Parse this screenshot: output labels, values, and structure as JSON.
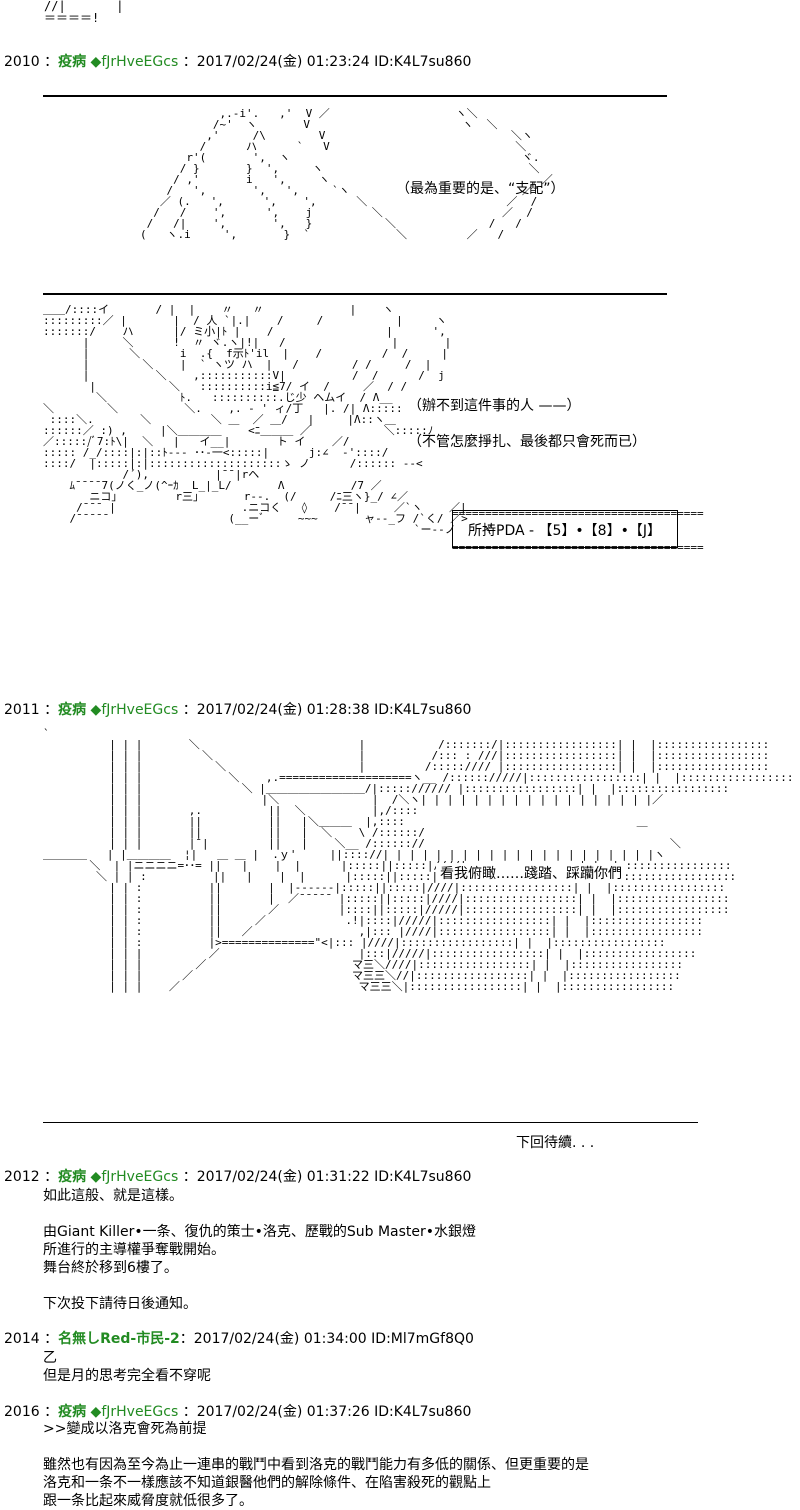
{
  "top_fragment": [
    "//|       |",
    "＝＝＝＝!"
  ],
  "posts": [
    {
      "num": "2010",
      "name": "疫病",
      "trip": "◆fJrHveEGcs",
      "date": "：2017/02/24(金) 01:23:24 ID:K4L7su860",
      "panel1_caption": "（最為重要的是、“支配”）",
      "panel2_captions": [
        "（辦不到這件事的人 ——）",
        "（不管怎麼掙扎、最後都只會死而已）"
      ],
      "pda_label": "所持PDA - 【5】•【8】•【J】"
    },
    {
      "num": "2011",
      "name": "疫病",
      "trip": "◆fJrHveEGcs",
      "date": "：2017/02/24(金) 01:28:38 ID:K4L7su860",
      "bubble": "看我俯瞰……踐踏、踩躪你們",
      "footer": "下回待續. . ."
    },
    {
      "num": "2012",
      "name": "疫病",
      "trip": "◆fJrHveEGcs",
      "date": "：2017/02/24(金) 01:31:22 ID:K4L7su860",
      "lines": [
        "如此這般、就是這樣。",
        "",
        "由Giant Killer•一条、復仇的策士•洛克、歷戰的Sub Master•水銀燈",
        "所進行的主導權爭奪戰開始。",
        "舞台終於移到6樓了。",
        "",
        "下次投下請待日後通知。"
      ]
    },
    {
      "num": "2014",
      "name": "名無しRed-市民-2",
      "trip": "",
      "date": "：2017/02/24(金) 01:34:00 ID:Ml7mGf8Q0",
      "lines": [
        "乙",
        "但是月的思考完全看不穿呢"
      ]
    },
    {
      "num": "2016",
      "name": "疫病",
      "trip": "◆fJrHveEGcs",
      "date": "：2017/02/24(金) 01:37:26 ID:K4L7su860",
      "lines": [
        ">>變成以洛克會死為前提",
        "",
        "雖然也有因為至今為止一連串的戰鬥中看到洛克的戰鬥能力有多低的關係、但更重要的是",
        "洛克和一条不一樣應該不知道銀醫他們的解除條件、在陷害殺死的觀點上",
        "跟一条比起來威脅度就低很多了。"
      ]
    }
  ]
}
